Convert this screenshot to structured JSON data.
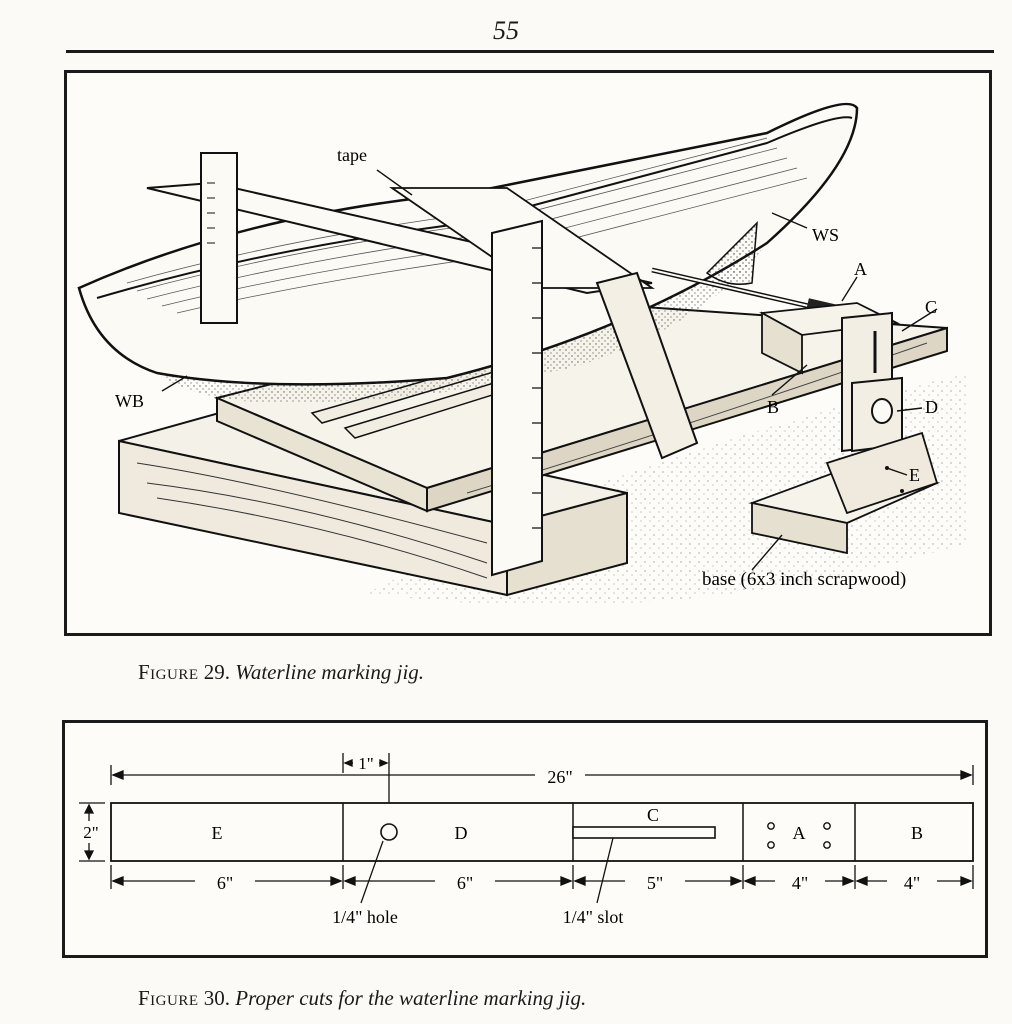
{
  "page_number": "55",
  "figure29": {
    "label_word": "Figure",
    "label_number": "29.",
    "title": "Waterline marking jig.",
    "callouts": {
      "tape": "tape",
      "ws": "WS",
      "wb": "WB",
      "a": "A",
      "b": "B",
      "c": "C",
      "d": "D",
      "e": "E",
      "base": "base (6x3 inch scrapwood)"
    }
  },
  "figure30": {
    "label_word": "Figure",
    "label_number": "30.",
    "title": "Proper cuts for the waterline marking jig.",
    "overall_length": "26\"",
    "width_dim": "2\"",
    "hole_offset": "1\"",
    "segments": [
      {
        "letter": "E",
        "length": "6\""
      },
      {
        "letter": "D",
        "length": "6\""
      },
      {
        "letter": "C",
        "length": "5\""
      },
      {
        "letter": "A",
        "length": "4\""
      },
      {
        "letter": "B",
        "length": "4\""
      }
    ],
    "hole_label": "1/4\" hole",
    "slot_label": "1/4\" slot"
  }
}
